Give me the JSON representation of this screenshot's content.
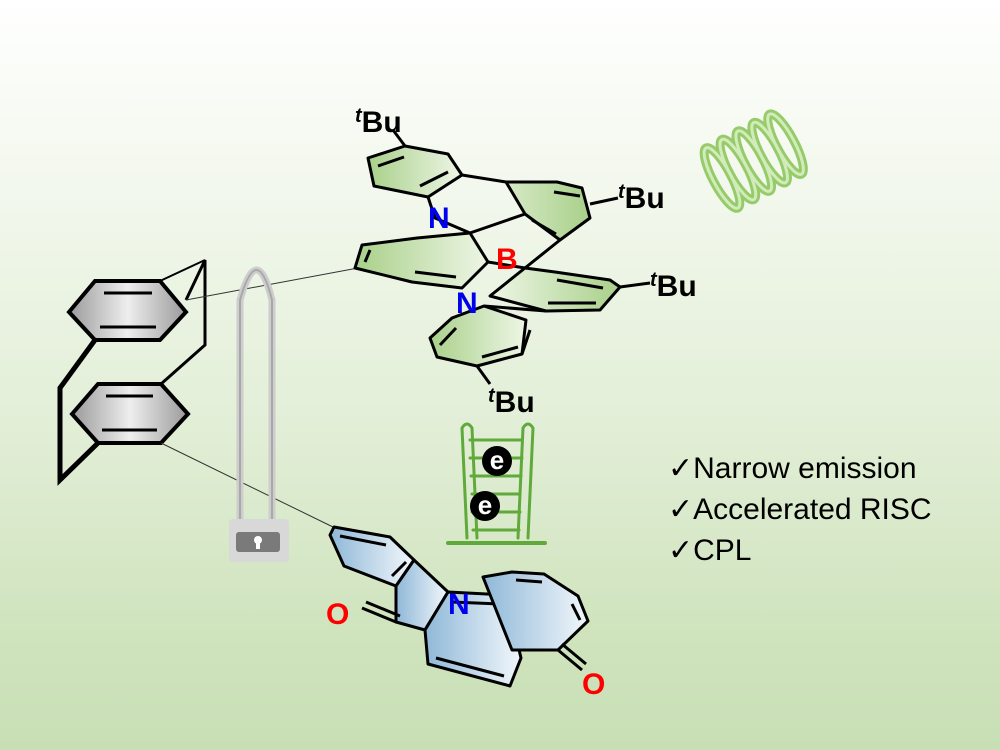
{
  "molecule_top": {
    "boron_label": "B",
    "nitrogen_upper_label": "N",
    "nitrogen_lower_label": "N",
    "tbu_labels": [
      {
        "sup": "t",
        "text": "Bu"
      },
      {
        "sup": "t",
        "text": "Bu"
      },
      {
        "sup": "t",
        "text": "Bu"
      },
      {
        "sup": "t",
        "text": "Bu"
      }
    ],
    "ring_fill": "#b8d89a"
  },
  "molecule_bottom": {
    "nitrogen_label": "N",
    "oxygen_left_label": "O",
    "oxygen_right_label": "O",
    "ring_fill": "#a9c9dc"
  },
  "ladder": {
    "electrons": [
      "e",
      "e"
    ],
    "color": "#5faa3a"
  },
  "features": [
    "✓Narrow emission",
    "✓Accelerated RISC",
    "✓CPL"
  ],
  "colors": {
    "boron": "#ff0000",
    "nitrogen": "#0000ee",
    "oxygen": "#ff0000",
    "lock": "#999999",
    "helix": "#7cc04a"
  },
  "icons": [
    "paracyclophane-scaffold",
    "padlock-icon",
    "ladder-icon",
    "helix-icon"
  ]
}
